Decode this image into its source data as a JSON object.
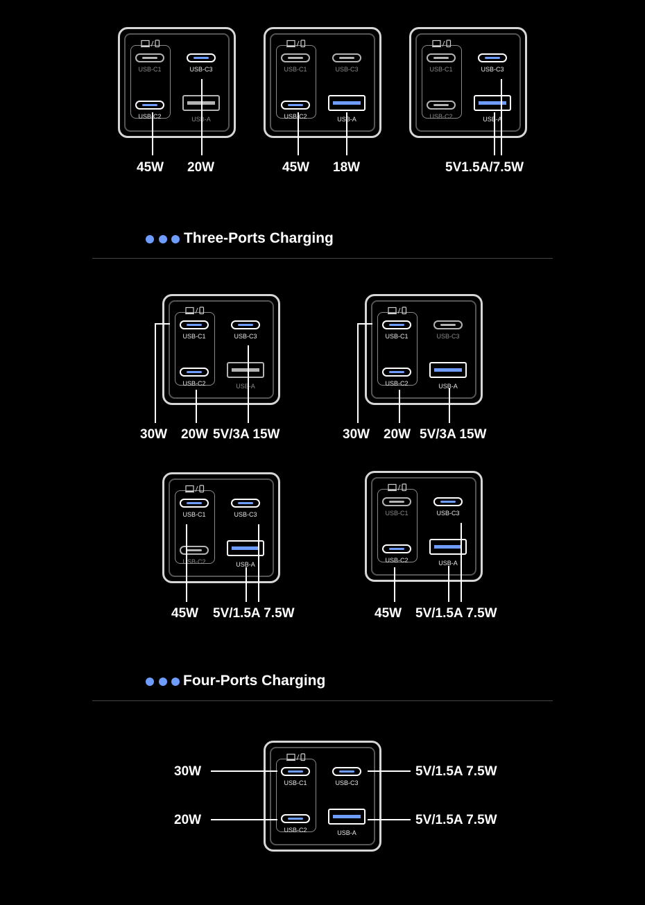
{
  "port_labels": {
    "c1": "USB-C1",
    "c2": "USB-C2",
    "c3": "USB-C3",
    "a": "USB-A"
  },
  "colors": {
    "active": "#6f9cff",
    "inactive": "#b4b4b4",
    "outline": "#d6d6d6"
  },
  "icons": [
    "laptop-icon",
    "phone-icon"
  ],
  "two_port": {
    "configs": [
      {
        "active_ports": [
          "USB-C1",
          "USB-C2"
        ],
        "labels": [
          "45W",
          "20W"
        ]
      },
      {
        "active_ports": [
          "USB-C2",
          "USB-A"
        ],
        "labels": [
          "45W",
          "18W"
        ]
      },
      {
        "active_ports": [
          "USB-C3",
          "USB-A"
        ],
        "labels": [
          "5V1.5A/7.5W"
        ]
      }
    ]
  },
  "three_port": {
    "title": "Three-Ports Charging",
    "configs": [
      {
        "active_ports": [
          "USB-C1",
          "USB-C2",
          "USB-C3"
        ],
        "labels": [
          "30W",
          "20W",
          "5V/3A 15W"
        ]
      },
      {
        "active_ports": [
          "USB-C1",
          "USB-C2",
          "USB-A"
        ],
        "labels": [
          "30W",
          "20W",
          "5V/3A 15W"
        ]
      },
      {
        "active_ports": [
          "USB-C1",
          "USB-C3",
          "USB-A"
        ],
        "labels": [
          "45W",
          "5V/1.5A 7.5W"
        ]
      },
      {
        "active_ports": [
          "USB-C2",
          "USB-C3",
          "USB-A"
        ],
        "labels": [
          "45W",
          "5V/1.5A 7.5W"
        ]
      }
    ]
  },
  "four_port": {
    "title": "Four-Ports Charging",
    "labels": {
      "c1": "30W",
      "c2": "20W",
      "c3": "5V/1.5A 7.5W",
      "a": "5V/1.5A 7.5W"
    }
  }
}
